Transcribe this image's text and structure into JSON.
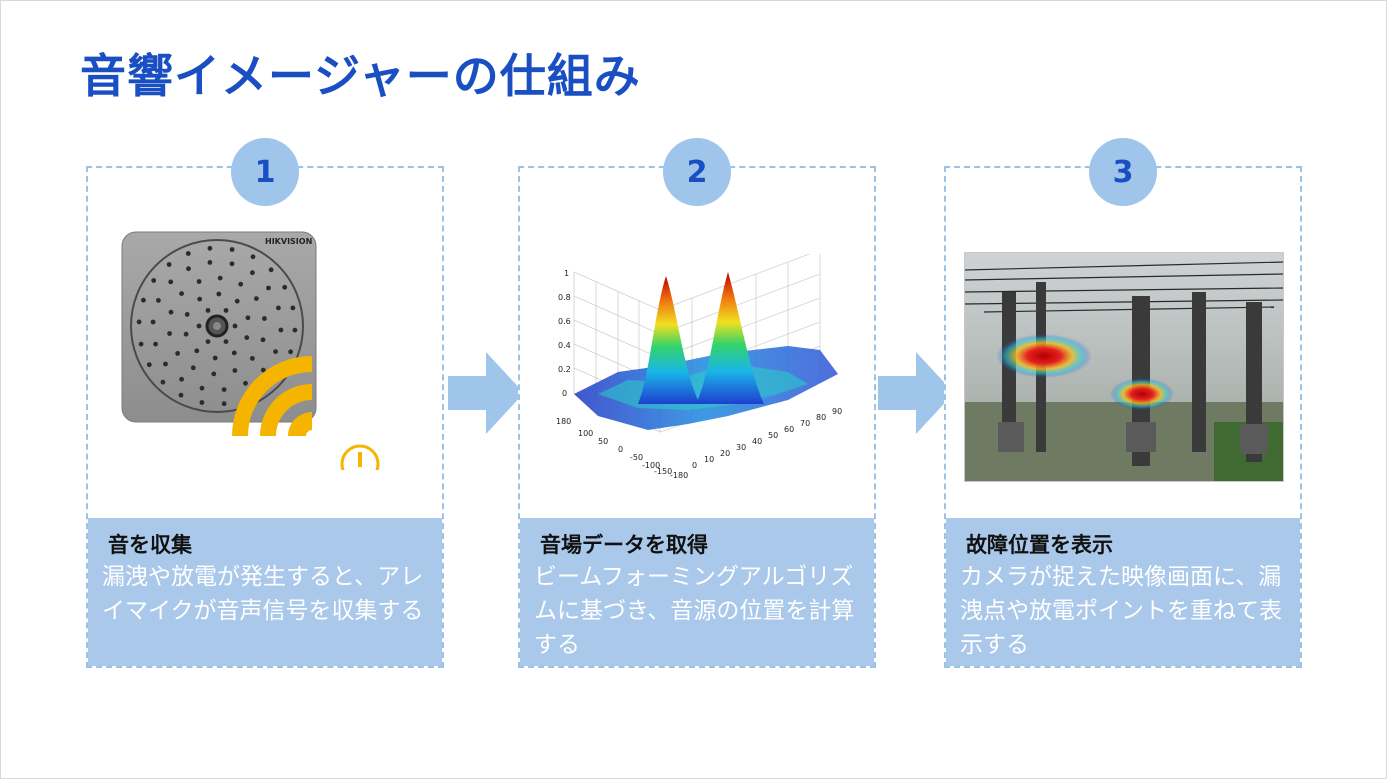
{
  "slide": {
    "title": "音響イメージャーの仕組み"
  },
  "steps": [
    {
      "number": "1",
      "title": "音を収集",
      "body": "漏洩や放電が発生すると、アレイマイクが音声信号を収集する",
      "device_brand": "HIKVISION"
    },
    {
      "number": "2",
      "title": "音場データを取得",
      "body": "ビームフォーミングアルゴリズムに基づき、音源の位置を計算する",
      "plot_z_ticks": [
        "0",
        "0.2",
        "0.4",
        "0.6",
        "0.8",
        "1"
      ],
      "plot_y_ticks": [
        "180",
        "100",
        "50",
        "0",
        "-50",
        "-100",
        "-150",
        "-180"
      ],
      "plot_x_ticks": [
        "0",
        "10",
        "20",
        "30",
        "40",
        "50",
        "60",
        "70",
        "80",
        "90"
      ]
    },
    {
      "number": "3",
      "title": "故障位置を表示",
      "body": "カメラが捉えた映像画面に、漏洩点や放電ポイントを重ねて表示する"
    }
  ],
  "colors": {
    "title": "#1a4fc3",
    "badge_fill": "#9fc5ea",
    "caption_fill": "#a9c8ea",
    "arrow": "#9fc5ea",
    "wifi_icon": "#f5b400"
  },
  "icons": [
    "wifi-signal-icon",
    "warning-icon",
    "arrow-right-icon"
  ]
}
